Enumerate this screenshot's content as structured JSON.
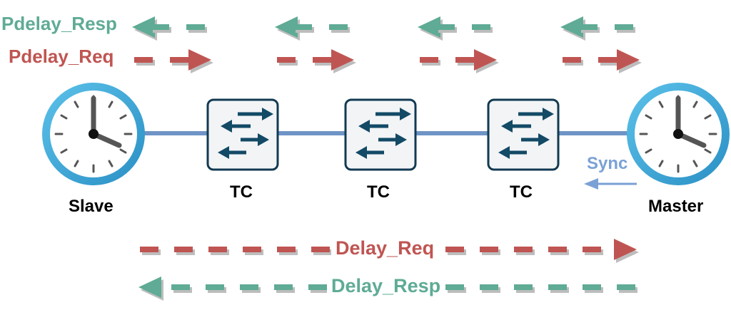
{
  "labels": {
    "pdelay_resp": "Pdelay_Resp",
    "pdelay_req": "Pdelay_Req",
    "slave": "Slave",
    "master": "Master",
    "tc": [
      "TC",
      "TC",
      "TC"
    ],
    "sync": "Sync",
    "delay_req": "Delay_Req",
    "delay_resp": "Delay_Resp"
  },
  "colors": {
    "resp": "#5fab95",
    "req": "#bf5552",
    "sync": "#7aa1d6",
    "link": "#6f94c6",
    "clock_ring": "#3aa3d4",
    "switch_arrow": "#134a66"
  },
  "icons": [
    "clock-icon",
    "switch-icon",
    "arrow-left-icon",
    "arrow-right-icon"
  ]
}
